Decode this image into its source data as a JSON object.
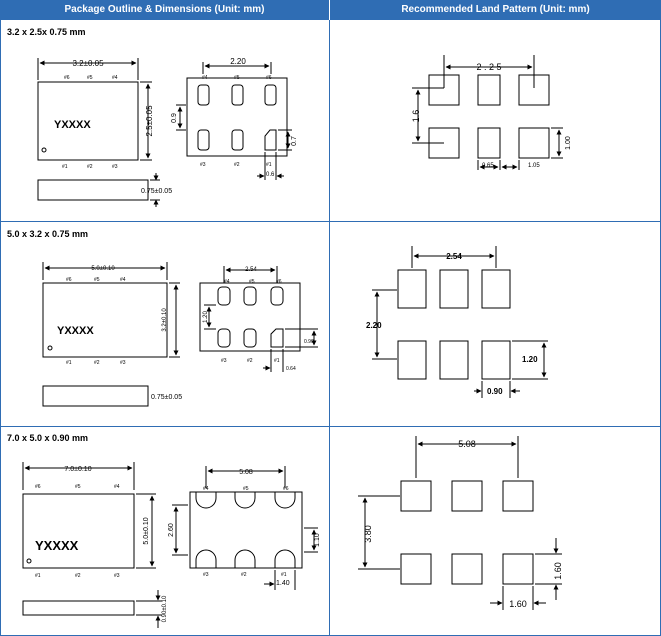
{
  "header": {
    "left_title": "Package Outline & Dimensions (Unit: mm)",
    "right_title": "Recommended Land Pattern (Unit: mm)"
  },
  "accent_color": "#2f6db4",
  "packages": [
    {
      "title": "3.2 x 2.5x 0.75 mm",
      "outline": {
        "width_dim": "3.2±0.05",
        "height_dim": "2.5±0.05",
        "marking": "YXXXX",
        "pin_top": [
          "#6",
          "#5",
          "#4"
        ],
        "pin_bottom": [
          "#1",
          "#2",
          "#3"
        ],
        "thickness_dim": "0.75±0.05"
      },
      "bottom_view": {
        "pitch_dim": "2.20",
        "gap_dim": "0.9",
        "pad_len_dim": "0.7",
        "pad_w_dim": "0.6",
        "pin_top": [
          "#4",
          "#5",
          "#6"
        ],
        "pin_bottom": [
          "#3",
          "#2",
          "#1"
        ]
      },
      "land": {
        "x_dim": "2 . 2 5",
        "y_dim": "1.6",
        "pad_h_dim": "1.00",
        "pad_w_dim": "0.65",
        "gap_dim": "1.05"
      }
    },
    {
      "title": "5.0 x 3.2 x 0.75 mm",
      "outline": {
        "width_dim": "5.0±0.10",
        "height_dim": "3.2±0.10",
        "marking": "YXXXX",
        "pin_top": [
          "#6",
          "#5",
          "#4"
        ],
        "pin_bottom": [
          "#1",
          "#2",
          "#3"
        ],
        "thickness_dim": "0.75±0.05"
      },
      "bottom_view": {
        "pitch_dim": "2.54",
        "gap_dim": "1.20",
        "pad_len_dim": "0.90",
        "pad_w_dim": "0.64",
        "pin_top": [
          "#4",
          "#5",
          "#6"
        ],
        "pin_bottom": [
          "#3",
          "#2",
          "#1"
        ]
      },
      "land": {
        "x_dim": "2.54",
        "y_dim": "2.20",
        "pad_h_dim": "1.20",
        "pad_w_dim": "0.90"
      }
    },
    {
      "title": "7.0 x 5.0 x 0.90 mm",
      "outline": {
        "width_dim": "7.0±0.10",
        "height_dim": "5.0±0.10",
        "marking": "YXXXX",
        "pin_top": [
          "#6",
          "#5",
          "#4"
        ],
        "pin_bottom": [
          "#1",
          "#2",
          "#3"
        ],
        "thickness_dim": "0.90±0.10"
      },
      "bottom_view": {
        "pitch_dim": "5.08",
        "gap_dim": "2.60",
        "pad_len_dim": "1.10",
        "pad_w_dim": "1.40",
        "pin_top": [
          "#4",
          "#5",
          "#6"
        ],
        "pin_bottom": [
          "#3",
          "#2",
          "#1"
        ]
      },
      "land": {
        "x_dim": "5.08",
        "y_dim": "3.80",
        "pad_h_dim": "1.60",
        "pad_w_dim": "1.60"
      }
    }
  ]
}
